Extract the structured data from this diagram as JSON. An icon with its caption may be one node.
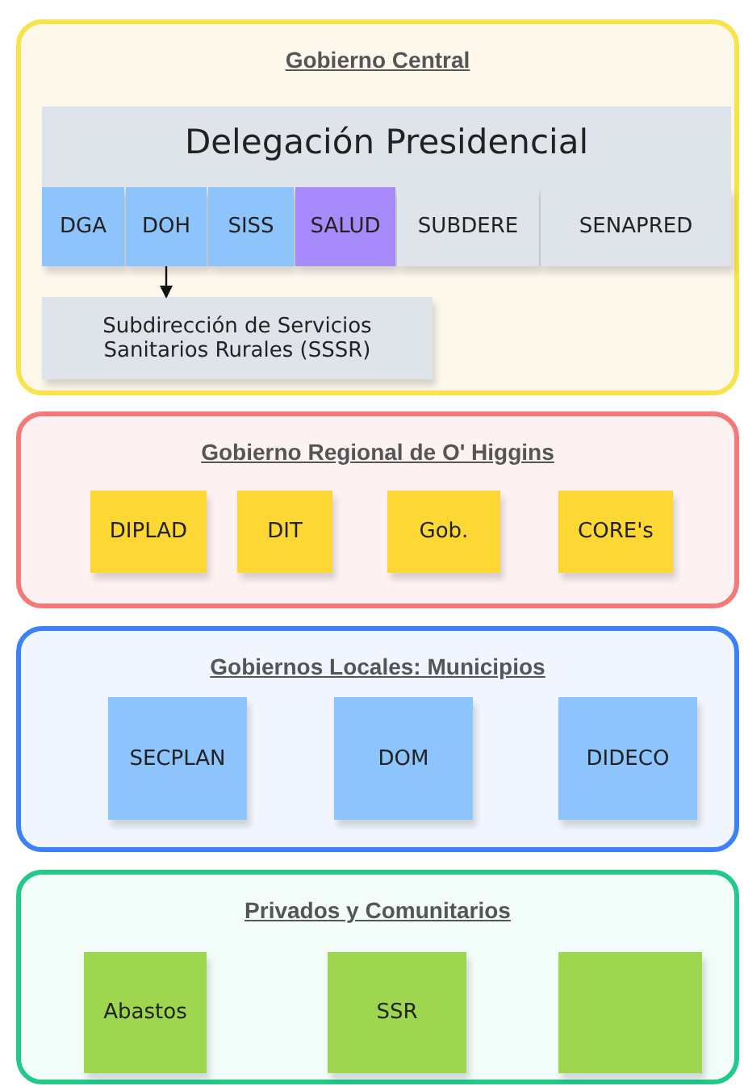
{
  "diagram": {
    "nodes": [
      {
        "text": [
          "Gobierno Central"
        ]
      },
      {
        "text": [
          "Delegación Presidencial"
        ],
        "in": 0
      },
      {
        "text": [
          "DGA"
        ],
        "in": 1
      },
      {
        "text": [
          "DOH"
        ],
        "in": 1
      },
      {
        "text": [
          "SISS"
        ],
        "in": 1
      },
      {
        "text": [
          "SALUD"
        ],
        "in": 1
      },
      {
        "text": [
          "SUBDERE"
        ],
        "in": 1
      },
      {
        "text": [
          "SENAPRED"
        ],
        "in": 1
      },
      {
        "text": [
          "Subdirección de Servicios Sanitarios Rurales (SSSR)"
        ],
        "in": 0
      },
      {
        "text": [
          "Gobierno Regional de O' Higgins"
        ]
      },
      {
        "text": [
          "DIPLAD"
        ],
        "in": 9
      },
      {
        "text": [
          "DIT"
        ],
        "in": 9
      },
      {
        "text": [
          "Gob."
        ],
        "in": 9
      },
      {
        "text": [
          "CORE's"
        ],
        "in": 9
      },
      {
        "text": [
          "Gobiernos Locales: Municipios"
        ]
      },
      {
        "text": [
          "SECPLAN"
        ],
        "in": 14
      },
      {
        "text": [
          "DOM"
        ],
        "in": 14
      },
      {
        "text": [
          "DIDECO"
        ],
        "in": 14
      },
      {
        "text": [
          "Privados y Comunitarios"
        ]
      },
      {
        "text": [
          "Abastos"
        ],
        "in": 18
      },
      {
        "text": [
          "SSR"
        ],
        "in": 18
      },
      {
        "text": [],
        "shape": "box",
        "in": 18
      }
    ],
    "edges": [
      {
        "from": 3,
        "to": 8,
        "arrow": "to"
      }
    ]
  }
}
